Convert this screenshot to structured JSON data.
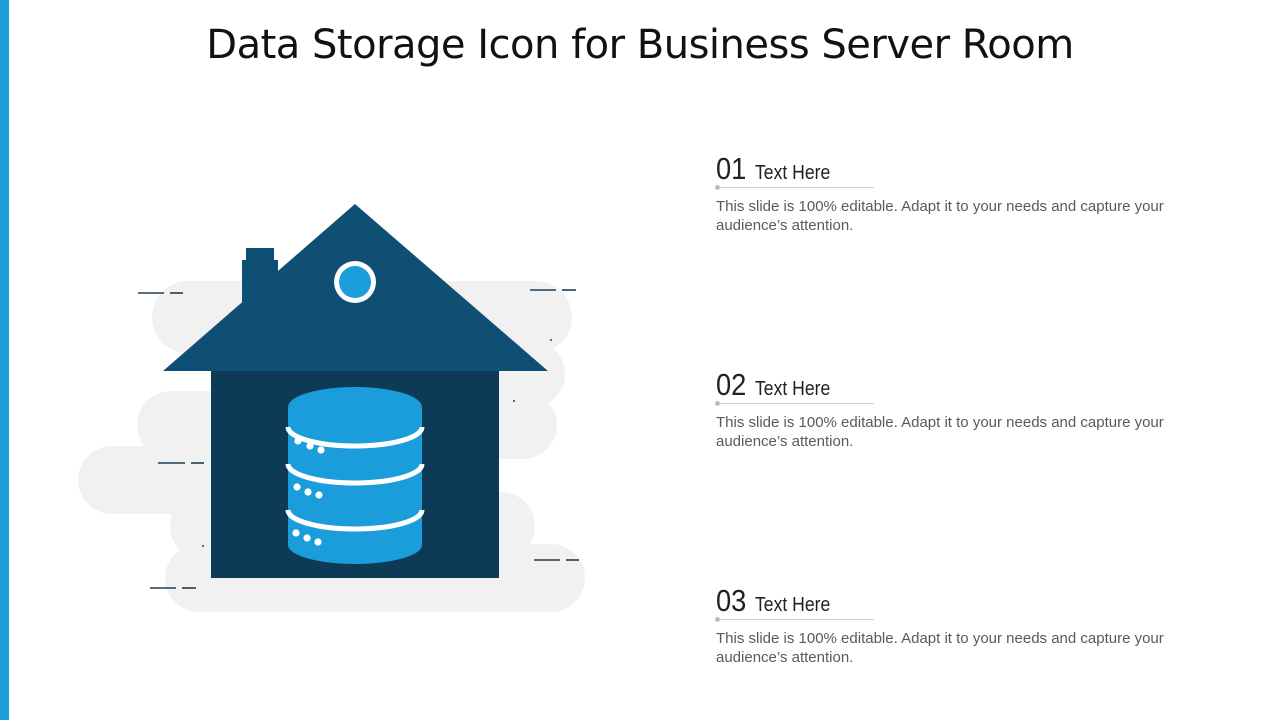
{
  "colors": {
    "accent": "#1b9ddb",
    "roof": "#104f74",
    "wall": "#0d3a54",
    "chimney": "#104f74",
    "cylinder": "#1b9ddb",
    "cloud": "#f1f1f2",
    "dash": "#1f3f52"
  },
  "slide": {
    "title": "Data Storage Icon for Business Server Room"
  },
  "illustration": {
    "icons": [
      "house-icon",
      "database-cylinder-icon",
      "server-dots-icon",
      "circular-window-icon",
      "cloud-shape"
    ]
  },
  "items": [
    {
      "number": "01",
      "label": "Text Here",
      "description": "This slide is 100% editable. Adapt it to your  needs and capture your audience’s attention."
    },
    {
      "number": "02",
      "label": "Text Here",
      "description": "This slide is 100% editable. Adapt it to your  needs and capture your audience’s attention."
    },
    {
      "number": "03",
      "label": "Text Here",
      "description": "This slide is 100% editable. Adapt it to your  needs and capture your audience’s attention."
    }
  ]
}
